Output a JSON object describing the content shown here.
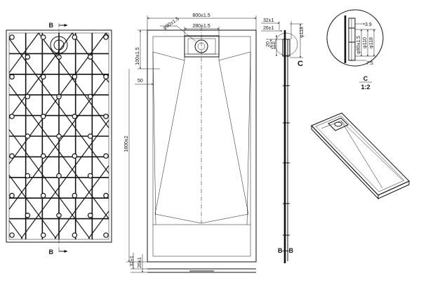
{
  "section_marks": {
    "top": "B",
    "bottom": "B",
    "section_title": "B—B"
  },
  "dimensions": {
    "width": "800±1.5",
    "drain_diameter": "φ90±1.5",
    "drain_width": "280±1.5",
    "drain_offset": "100±1.5",
    "border": "50",
    "length": "1600±2",
    "thickness_total": "32±1",
    "thickness_edge": "26±1",
    "side_20": "20",
    "side_110": "110",
    "side_118": "φ118",
    "bottom_total": "32±1",
    "bottom_edge": "26±1"
  },
  "detail": {
    "callout_label": "C",
    "title_letter": "C",
    "title_scale": "1:2",
    "dim_3_9": "3.9",
    "dim_90": "φ90±1.5",
    "dim_110": "φ110",
    "dim_118": "φ118",
    "dim_7_5": "7.5"
  }
}
